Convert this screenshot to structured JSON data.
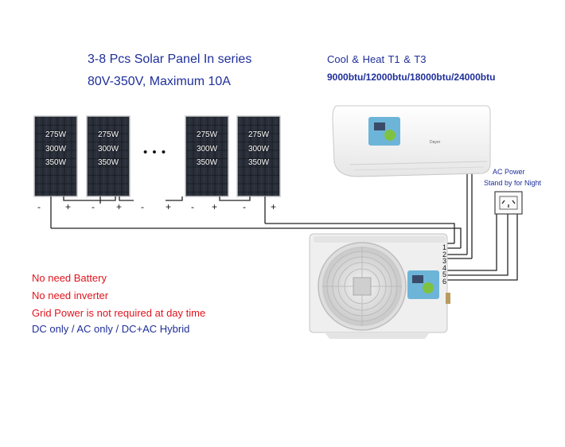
{
  "panels": {
    "title_line1": "3-8 Pcs Solar Panel In series",
    "title_line2": "80V-350V, Maximum 10A",
    "items": [
      {
        "watts": [
          "275W",
          "300W",
          "350W"
        ]
      },
      {
        "watts": [
          "275W",
          "300W",
          "350W"
        ]
      },
      {
        "watts": [
          "275W",
          "300W",
          "350W"
        ]
      },
      {
        "watts": [
          "275W",
          "300W",
          "350W"
        ]
      }
    ],
    "ellipsis": "• • •",
    "polarity_minus": "-",
    "polarity_plus": "+"
  },
  "ac_unit": {
    "line1": "Cool & Heat    T1 & T3",
    "line2": "9000btu/12000btu/18000btu/24000btu"
  },
  "outlet": {
    "label1": "AC Power",
    "label2": "Stand by for Night"
  },
  "terminals": [
    "1",
    "2",
    "3",
    "4",
    "5",
    "6"
  ],
  "notes": {
    "line1": "No need Battery",
    "line2": "No need inverter",
    "line3": "Grid Power is not required at day time",
    "line4": "DC only  /   AC only  /  DC+AC Hybrid"
  },
  "colors": {
    "title_blue": "#1f2f9a",
    "note_red": "#e0141e",
    "panel_cell": "#1b1f27",
    "wire": "#222222"
  }
}
